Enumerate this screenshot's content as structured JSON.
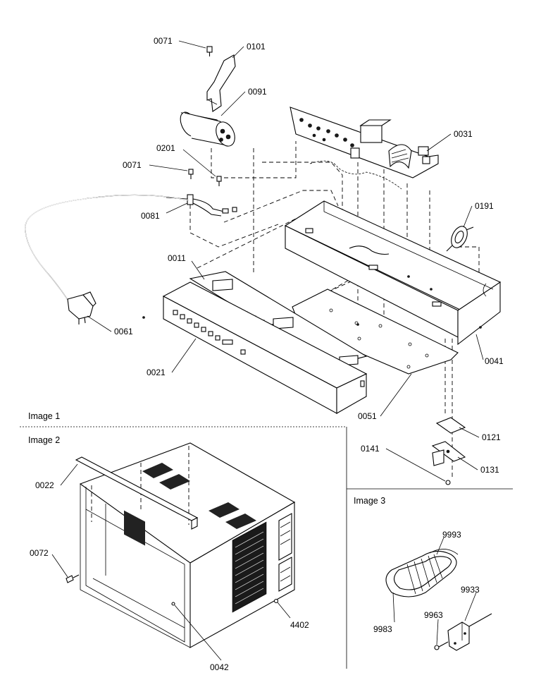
{
  "sections": [
    {
      "id": "image1",
      "label": "Image 1"
    },
    {
      "id": "image2",
      "label": "Image 2"
    },
    {
      "id": "image3",
      "label": "Image 3"
    }
  ],
  "callouts": [
    {
      "id": "c0071a",
      "text": "0071"
    },
    {
      "id": "c0101",
      "text": "0101"
    },
    {
      "id": "c0091",
      "text": "0091"
    },
    {
      "id": "c0031",
      "text": "0031"
    },
    {
      "id": "c0201",
      "text": "0201"
    },
    {
      "id": "c0071b",
      "text": "0071"
    },
    {
      "id": "c0081",
      "text": "0081"
    },
    {
      "id": "c0191",
      "text": "0191"
    },
    {
      "id": "c0011",
      "text": "0011"
    },
    {
      "id": "c0061",
      "text": "0061"
    },
    {
      "id": "c0021",
      "text": "0021"
    },
    {
      "id": "c0041",
      "text": "0041"
    },
    {
      "id": "c0051",
      "text": "0051"
    },
    {
      "id": "c0121",
      "text": "0121"
    },
    {
      "id": "c0141",
      "text": "0141"
    },
    {
      "id": "c0131",
      "text": "0131"
    },
    {
      "id": "c0022",
      "text": "0022"
    },
    {
      "id": "c0072",
      "text": "0072"
    },
    {
      "id": "c4402",
      "text": "4402"
    },
    {
      "id": "c0042",
      "text": "0042"
    },
    {
      "id": "c9993",
      "text": "9993"
    },
    {
      "id": "c9933",
      "text": "9933"
    },
    {
      "id": "c9963",
      "text": "9963"
    },
    {
      "id": "c9983",
      "text": "9983"
    }
  ]
}
